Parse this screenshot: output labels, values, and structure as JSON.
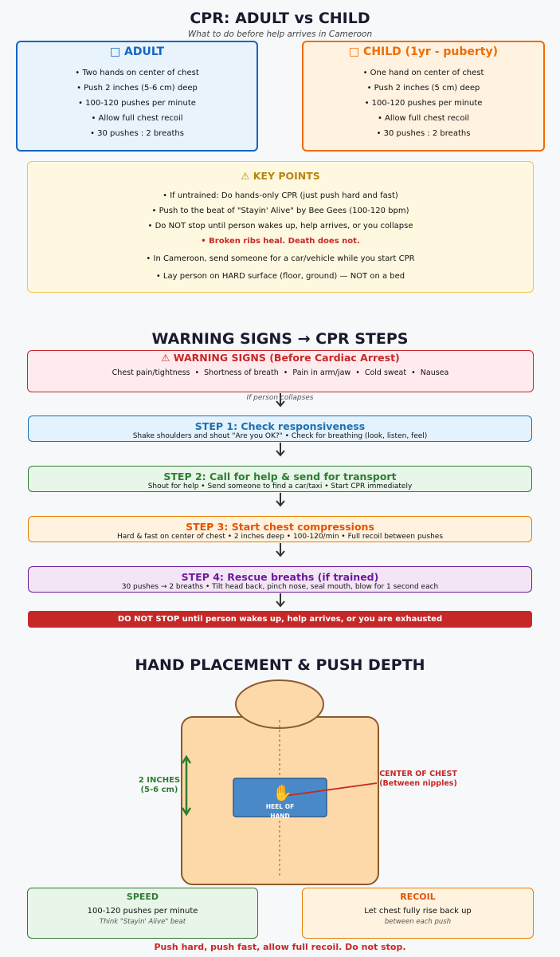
{
  "header": {
    "title": "CPR: ADULT vs CHILD",
    "subtitle": "What to do before help arrives in Cameroon"
  },
  "adult": {
    "title": "□ ADULT",
    "items": [
      "• Two hands on center of chest",
      "• Push 2 inches (5-6 cm) deep",
      "• 100-120 pushes per minute",
      "• Allow full chest recoil",
      "• 30 pushes : 2 breaths"
    ]
  },
  "child": {
    "title": "□ CHILD (1yr - puberty)",
    "items": [
      "• One hand on center of chest",
      "• Push 2 inches (5 cm) deep",
      "• 100-120 pushes per minute",
      "• Allow full chest recoil",
      "• 30 pushes : 2 breaths"
    ]
  },
  "key_points": {
    "title": "⚠ KEY POINTS",
    "items": [
      "• If untrained: Do hands-only CPR (just push hard and fast)",
      "• Push to the beat of \"Stayin' Alive\" by Bee Gees (100-120 bpm)",
      "• Do NOT stop until person wakes up, help arrives, or you collapse",
      "• Broken ribs heal. Death does not.",
      "• In Cameroon, send someone for a car/vehicle while you start CPR",
      "• Lay person on HARD surface (floor, ground) — NOT on a bed"
    ]
  },
  "section2": {
    "title": "WARNING SIGNS → CPR STEPS"
  },
  "warning": {
    "title": "⚠ WARNING SIGNS (Before Cardiac Arrest)",
    "signs": "Chest pain/tightness  •  Shortness of breath  •  Pain in arm/jaw  •  Cold sweat  •  Nausea"
  },
  "collapse_label": "If person collapses",
  "steps": [
    {
      "title": "STEP 1: Check responsiveness",
      "desc": "Shake shoulders and shout \"Are you OK?\"  •  Check for breathing (look, listen, feel)"
    },
    {
      "title": "STEP 2: Call for help & send for transport",
      "desc": "Shout for help  •  Send someone to find a car/taxi  •  Start CPR immediately"
    },
    {
      "title": "STEP 3: Start chest compressions",
      "desc": "Hard & fast on center of chest  •  2 inches deep  •  100-120/min  •  Full recoil between pushes"
    },
    {
      "title": "STEP 4: Rescue breaths (if trained)",
      "desc": "30 pushes → 2 breaths  •  Tilt head back, pinch nose, seal mouth, blow for 1 second each"
    }
  ],
  "do_not_stop": "DO NOT STOP until person wakes up, help arrives, or you are exhausted",
  "section3": {
    "title": "HAND PLACEMENT & PUSH DEPTH"
  },
  "diagram": {
    "depth_label_1": "2 INCHES",
    "depth_label_2": "(5-6 cm)",
    "hand_label_1": "HEEL OF",
    "hand_label_2": "HAND",
    "center_label_1": "CENTER OF CHEST",
    "center_label_2": "(Between nipples)"
  },
  "speed": {
    "title": "SPEED",
    "line1": "100-120 pushes per minute",
    "line2": "Think \"Stayin' Alive\" beat"
  },
  "recoil": {
    "title": "RECOIL",
    "line1": "Let chest fully rise back up",
    "line2": "between each push"
  },
  "footer": "Push hard, push fast, allow full recoil. Do not stop.",
  "colors": {
    "adult": "#1565c0",
    "child": "#ef6c00",
    "key": "#f5c542",
    "warning": "#c62828",
    "step1": "#1e6fb0",
    "step2": "#2e7d32",
    "step3": "#e65100",
    "step4": "#6a1b9a"
  }
}
